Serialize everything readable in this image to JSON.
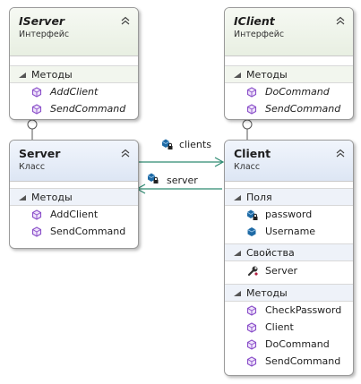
{
  "iserver": {
    "name": "IServer",
    "stereotype": "Интерфейс",
    "methods_section": "Методы",
    "methods": [
      "AddClient",
      "SendCommand"
    ]
  },
  "iclient": {
    "name": "IClient",
    "stereotype": "Интерфейс",
    "methods_section": "Методы",
    "methods": [
      "DoCommand",
      "SendCommand"
    ]
  },
  "server": {
    "name": "Server",
    "stereotype": "Класс",
    "methods_section": "Методы",
    "methods": [
      "AddClient",
      "SendCommand"
    ]
  },
  "client": {
    "name": "Client",
    "stereotype": "Класс",
    "fields_section": "Поля",
    "fields": [
      "password",
      "Username"
    ],
    "properties_section": "Свойства",
    "properties": [
      "Server"
    ],
    "methods_section": "Методы",
    "methods": [
      "CheckPassword",
      "Client",
      "DoCommand",
      "SendCommand"
    ]
  },
  "associations": {
    "server_to_client": "clients",
    "client_to_server": "server"
  },
  "colors": {
    "method_icon": "#8a4fc9",
    "field_icon": "#1e6aa5",
    "lock": "#222222",
    "interface_header": "#e8efe2",
    "class_header": "#dde6f4",
    "connector": "#4a4a4a",
    "association": "#2e8b72"
  }
}
